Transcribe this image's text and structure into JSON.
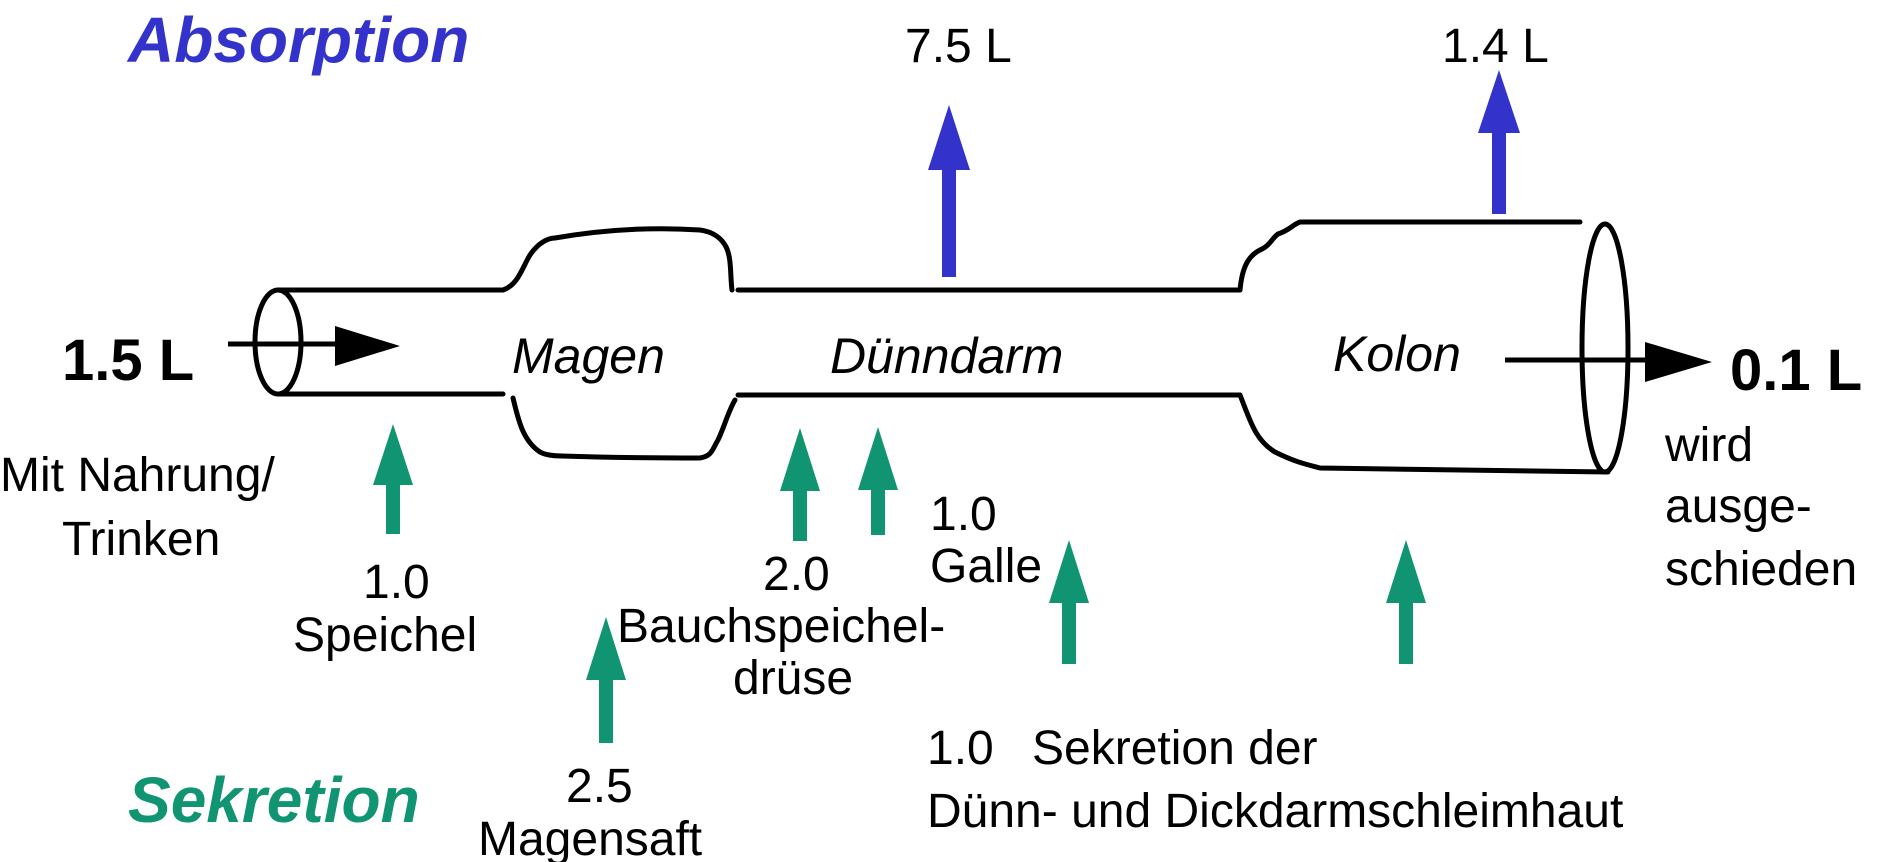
{
  "colors": {
    "absorption": "#3333cc",
    "secretion": "#119471",
    "outline": "#000000"
  },
  "headings": {
    "absorption": "Absorption",
    "secretion": "Sekretion"
  },
  "intake": {
    "amount": "1.5 L",
    "label_line1": "Mit Nahrung/",
    "label_line2": "Trinken"
  },
  "output": {
    "amount": "0.1 L",
    "label_line1": "wird",
    "label_line2": "ausge-",
    "label_line3": "schieden"
  },
  "organs": {
    "stomach": "Magen",
    "small_intestine": "Dünndarm",
    "colon": "Kolon"
  },
  "absorption": {
    "small_intestine": {
      "amount": "7.5 L"
    },
    "colon": {
      "amount": "1.4 L"
    }
  },
  "secretions": {
    "saliva": {
      "amount": "1.0",
      "label": "Speichel"
    },
    "gastric_juice": {
      "amount": "2.5",
      "label": "Magensaft"
    },
    "pancreas": {
      "amount": "2.0",
      "label_line1": "Bauchspeichel-",
      "label_line2": "drüse"
    },
    "bile": {
      "amount": "1.0",
      "label": "Galle"
    },
    "mucosa": {
      "amount": "1.0",
      "label_line1": "Sekretion der",
      "label_line2": "Dünn- und Dickdarmschleimhaut"
    }
  }
}
